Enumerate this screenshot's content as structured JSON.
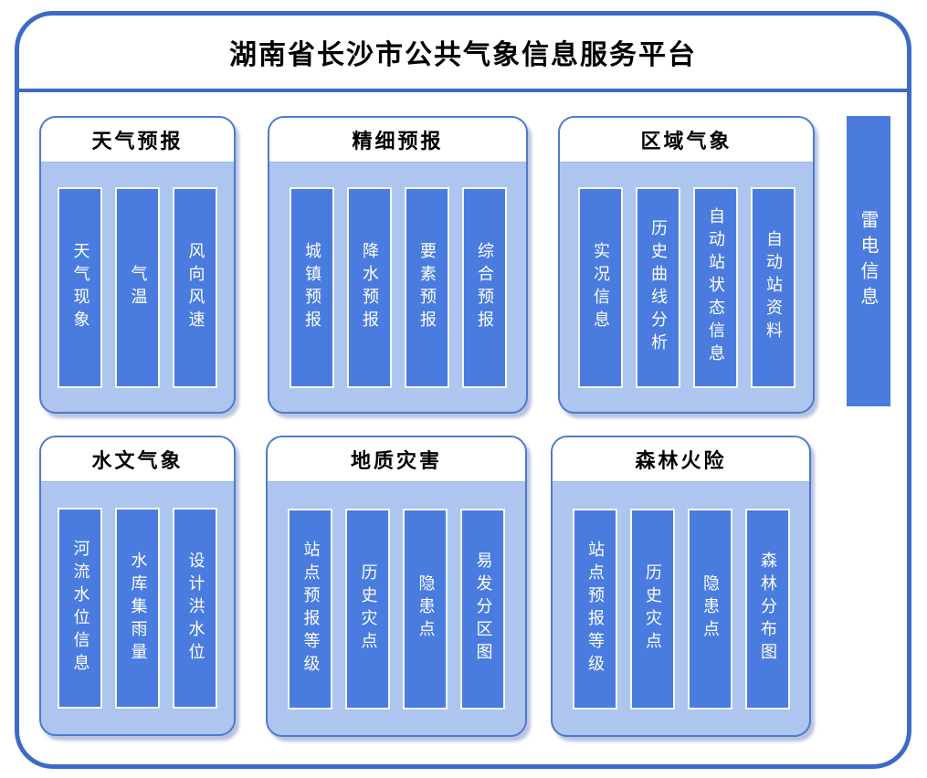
{
  "page": {
    "title": "湖南省长沙市公共气象信息服务平台"
  },
  "colors": {
    "frame_border": "#3A6BC7",
    "panel_border": "#4D7ACF",
    "panel_body": "#ADC5EF",
    "panel_header_bg": "#FFFFFF",
    "bar_fill": "#4A7CE0",
    "bar_border": "#F3F7FD",
    "bar_text": "#FFFFFF",
    "title_text": "#000000"
  },
  "panels": [
    {
      "title": "天气预报",
      "items": [
        "天气现象",
        "气温",
        "风向风速"
      ]
    },
    {
      "title": "精细预报",
      "items": [
        "城镇预报",
        "降水预报",
        "要素预报",
        "综合预报"
      ]
    },
    {
      "title": "区域气象",
      "items": [
        "实况信息",
        "历史曲线分析",
        "自动站状态信息",
        "自动站资料"
      ]
    },
    {
      "title": "水文气象",
      "items": [
        "河流水位信息",
        "水库集雨量",
        "设计洪水位"
      ]
    },
    {
      "title": "地质灾害",
      "items": [
        "站点预报等级",
        "历史灾点",
        "隐患点",
        "易发分区图"
      ]
    },
    {
      "title": "森林火险",
      "items": [
        "站点预报等级",
        "历史灾点",
        "隐患点",
        "森林分布图"
      ]
    }
  ],
  "side_bar": {
    "label": "雷电信息"
  }
}
